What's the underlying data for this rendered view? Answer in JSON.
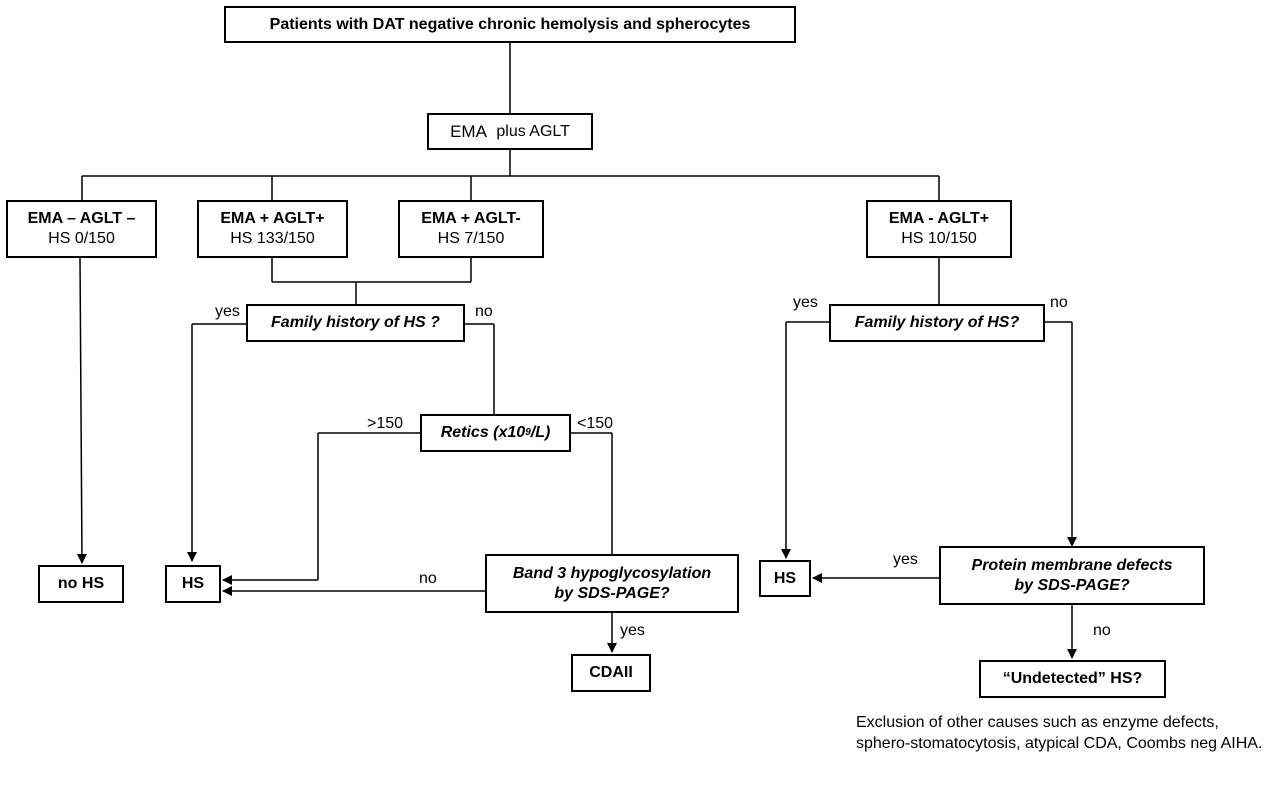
{
  "start": "Patients with DAT negative chronic hemolysis and spherocytes",
  "ema_aglt": {
    "pre": "EMA",
    "post": "plus AGLT"
  },
  "groups": [
    {
      "title": "EMA – AGLT –",
      "count": "HS 0/150"
    },
    {
      "title": "EMA + AGLT+",
      "count": "HS 133/150"
    },
    {
      "title": "EMA + AGLT-",
      "count": "HS 7/150"
    },
    {
      "title": "EMA - AGLT+",
      "count": "HS 10/150"
    }
  ],
  "family_left": "Family history of HS ?",
  "family_right": "Family history of HS?",
  "retics": {
    "pre": "Retics (x10",
    "sup": "9",
    "post": "/L)"
  },
  "band3": [
    "Band 3 hypoglycosylation",
    "by SDS-PAGE?"
  ],
  "protein": [
    "Protein membrane defects",
    "by SDS-PAGE?"
  ],
  "outcomes": {
    "no_hs": "no HS",
    "hs": "HS",
    "cdaii": "CDAII",
    "undetected": "“Undetected” HS?"
  },
  "labels": {
    "yes": "yes",
    "no": "no",
    "gt150": ">150",
    "lt150": "<150"
  },
  "note": "Exclusion of other causes such as enzyme defects, sphero-stomatocytosis, atypical CDA, Coombs neg AIHA."
}
